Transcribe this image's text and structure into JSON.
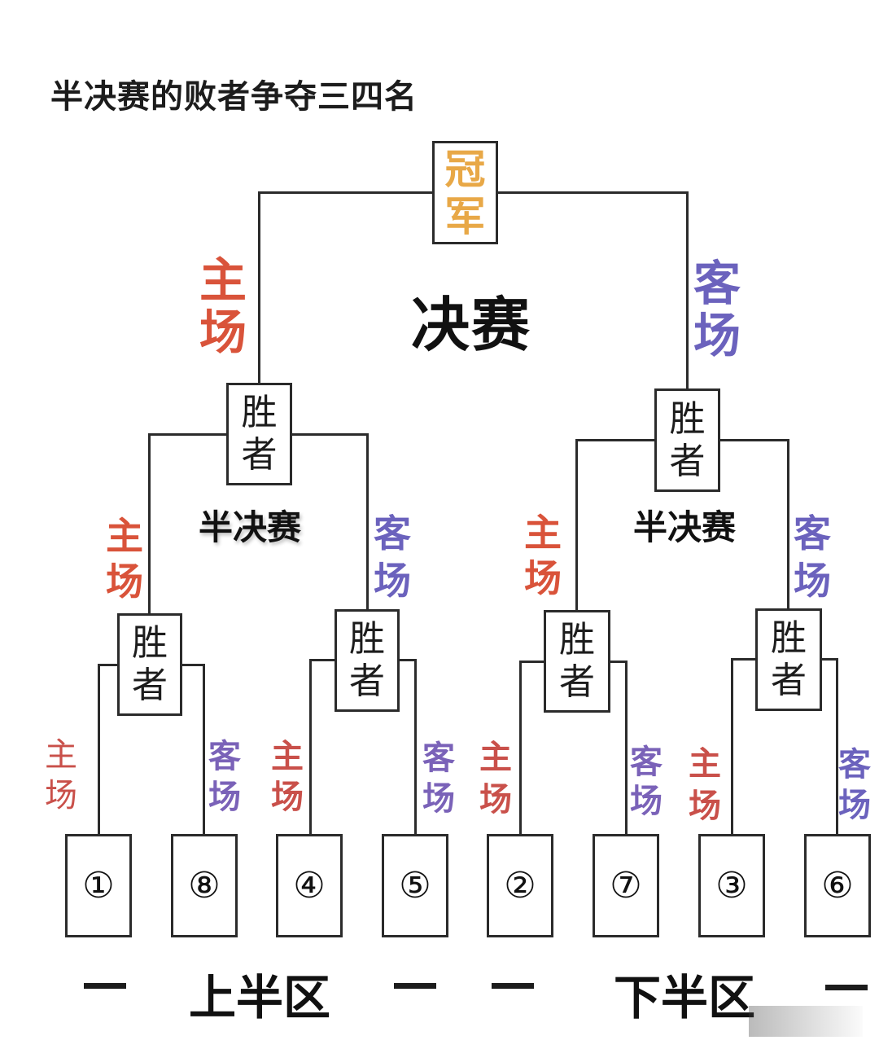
{
  "title": "半决赛的败者争夺三四名",
  "champion": [
    "冠",
    "军"
  ],
  "final": {
    "label": "决赛",
    "home": [
      "主",
      "场"
    ],
    "away": [
      "客",
      "场"
    ]
  },
  "winner_label": [
    "胜",
    "者"
  ],
  "semifinals": [
    {
      "label": "半决赛",
      "home": [
        "主",
        "场"
      ],
      "away": [
        "客",
        "场"
      ]
    },
    {
      "label": "半决赛",
      "home": [
        "主",
        "场"
      ],
      "away": [
        "客",
        "场"
      ]
    }
  ],
  "quarterfinals": [
    {
      "home": [
        "主",
        "场"
      ],
      "away": [
        "客",
        "场"
      ]
    },
    {
      "home": [
        "主",
        "场"
      ],
      "away": [
        "客",
        "场"
      ]
    },
    {
      "home": [
        "主",
        "场"
      ],
      "away": [
        "客",
        "场"
      ]
    },
    {
      "home": [
        "主",
        "场"
      ],
      "away": [
        "客",
        "场"
      ]
    }
  ],
  "seeds": [
    "①",
    "⑧",
    "④",
    "⑤",
    "②",
    "⑦",
    "③",
    "⑥"
  ],
  "zones": {
    "upper": "上半区",
    "lower": "下半区"
  },
  "colors": {
    "champion": "#e8a847",
    "home": "#d9533a",
    "away": "#6b62bd",
    "line": "#2b2b2b"
  }
}
